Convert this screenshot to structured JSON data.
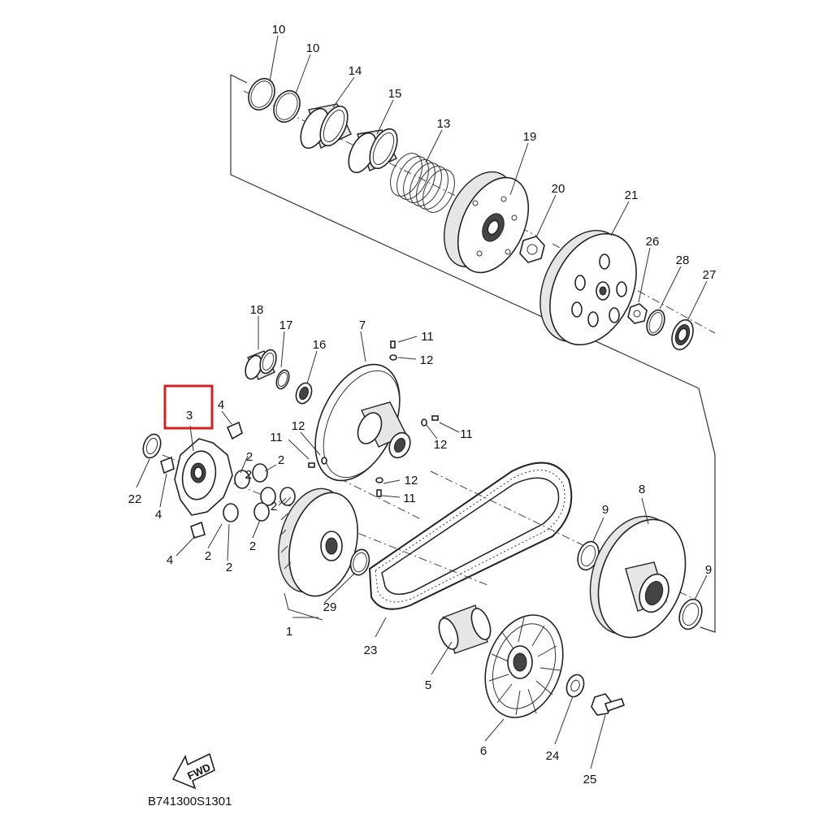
{
  "diagram": {
    "code": "B741300S1301",
    "fwd_label": "FWD",
    "highlight_color": "#d62020",
    "highlighted_part": "3",
    "labels": {
      "p10a": "10",
      "p10b": "10",
      "p14": "14",
      "p15": "15",
      "p13": "13",
      "p19": "19",
      "p20": "20",
      "p21": "21",
      "p26": "26",
      "p28": "28",
      "p27": "27",
      "p18": "18",
      "p17": "17",
      "p16": "16",
      "p7": "7",
      "p11a": "11",
      "p12a": "12",
      "p11b": "11",
      "p12b": "12",
      "p11c": "11",
      "p12c": "12",
      "p12d": "12",
      "p11d": "11",
      "p3": "3",
      "p4a": "4",
      "p4b": "4",
      "p4c": "4",
      "p22": "22",
      "p2a": "2",
      "p2b": "2",
      "p2c": "2",
      "p2d": "2",
      "p2e": "2",
      "p2f": "2",
      "p2g": "2",
      "p8": "8",
      "p9a": "9",
      "p9b": "9",
      "p29": "29",
      "p1": "1",
      "p23": "23",
      "p5": "5",
      "p6": "6",
      "p24": "24",
      "p25": "25"
    }
  }
}
